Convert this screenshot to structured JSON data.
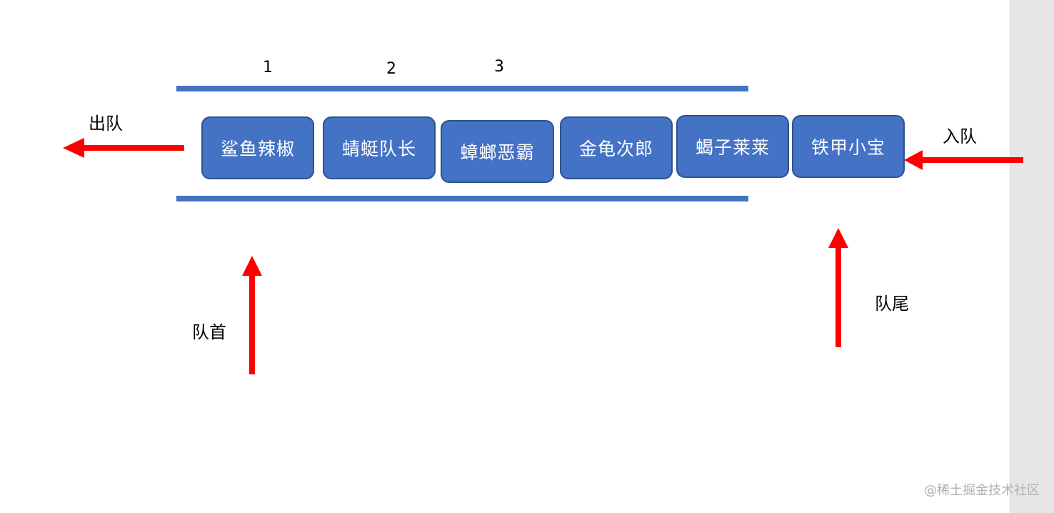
{
  "colors": {
    "queue_fill": "#4472c4",
    "queue_border": "#2f528f",
    "arrow": "#ff0000",
    "text": "#000000"
  },
  "slots": [
    "1",
    "2",
    "3"
  ],
  "queue_items": [
    "鲨鱼辣椒",
    "蜻蜓队长",
    "蟑螂恶霸",
    "金龟次郎",
    "蝎子莱莱",
    "铁甲小宝"
  ],
  "labels": {
    "dequeue": "出队",
    "enqueue": "入队",
    "head": "队首",
    "tail": "队尾"
  },
  "watermark": "@稀土掘金技术社区"
}
